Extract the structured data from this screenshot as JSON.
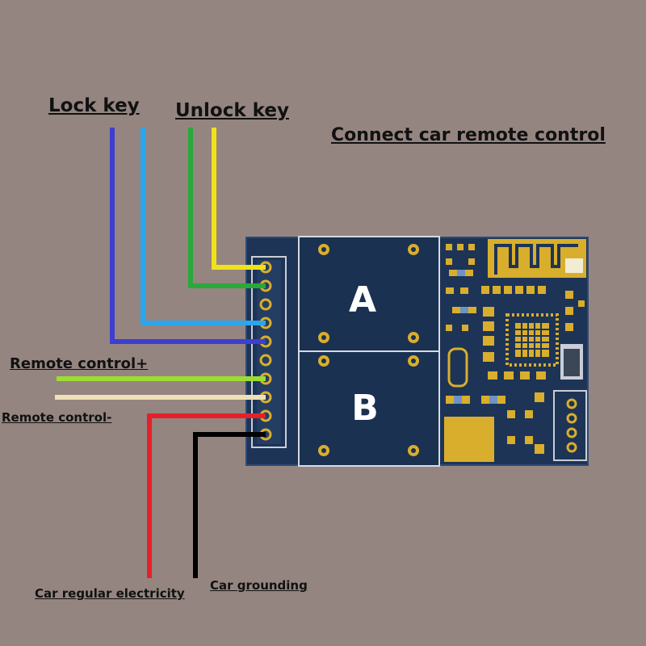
{
  "labels": {
    "lock_key": "Lock key",
    "unlock_key": "Unlock key",
    "title": "Connect car remote control",
    "remote_plus": "Remote control+",
    "remote_minus": "Remote control-",
    "car_power": "Car regular electricity",
    "car_ground": "Car grounding"
  },
  "board": {
    "relay_a": "A",
    "relay_b": "B"
  },
  "colors": {
    "background": "#958580",
    "board": "#1d3456",
    "wire_lock_dark_blue": "#3c3fd0",
    "wire_lock_light_blue": "#2aa6ef",
    "wire_unlock_green": "#2aa83a",
    "wire_unlock_yellow": "#f0e21a",
    "wire_remote_plus": "#9cdd2f",
    "wire_remote_minus": "#efe0b8",
    "wire_power_red": "#e5202a",
    "wire_ground_black": "#000000",
    "gold": "#d9ae2c"
  }
}
